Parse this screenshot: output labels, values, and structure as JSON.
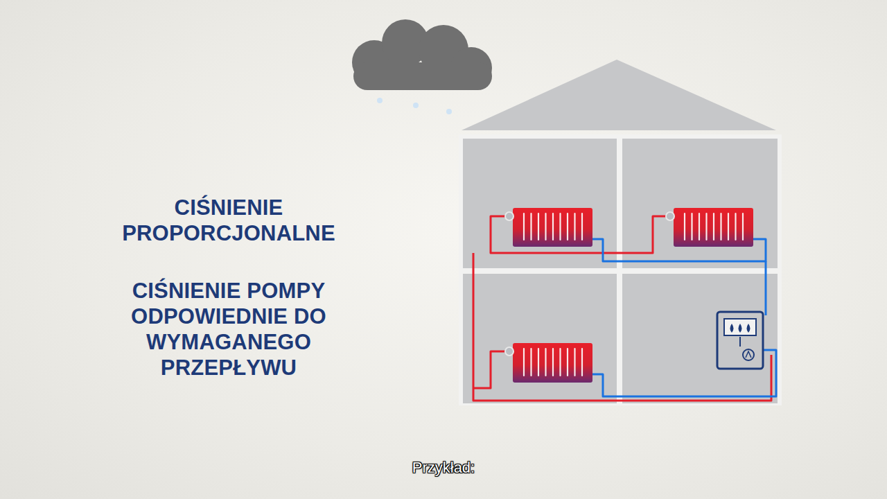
{
  "diagram": {
    "title": "CIŚNIENIE PROPORCJONALNE",
    "caption": "Przykład:",
    "labels": [
      "CIŚNIENIE POMPY ODPOWIEDNIE DO WYMAGANEGO PRZEPŁYWU"
    ]
  }
}
